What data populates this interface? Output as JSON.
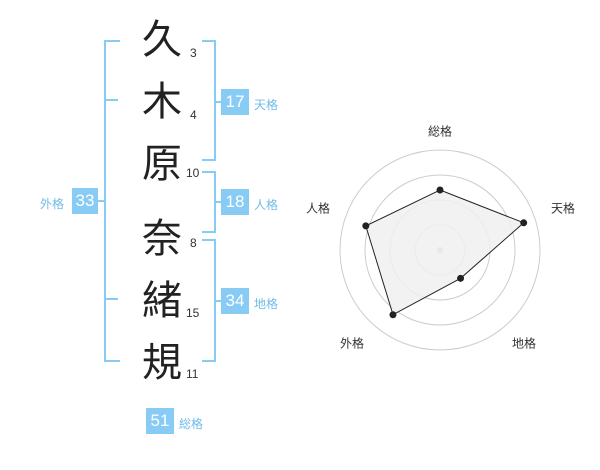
{
  "name": {
    "characters": [
      {
        "char": "久",
        "strokes": "3"
      },
      {
        "char": "木",
        "strokes": "4"
      },
      {
        "char": "原",
        "strokes": "10"
      },
      {
        "char": "奈",
        "strokes": "8"
      },
      {
        "char": "緒",
        "strokes": "15"
      },
      {
        "char": "規",
        "strokes": "11"
      }
    ]
  },
  "grids": {
    "tenkaku": {
      "value": "17",
      "label": "天格"
    },
    "jinkaku": {
      "value": "18",
      "label": "人格"
    },
    "chikaku": {
      "value": "34",
      "label": "地格"
    },
    "gaikaku": {
      "value": "33",
      "label": "外格"
    },
    "soukaku": {
      "value": "51",
      "label": "総格"
    }
  },
  "chart_data": {
    "type": "radar",
    "axes": [
      "総格",
      "天格",
      "地格",
      "外格",
      "人格"
    ],
    "values": [
      0.6,
      0.88,
      0.35,
      0.8,
      0.78
    ],
    "rings": 4,
    "colors": {
      "fill": "#f0f0f0",
      "line": "#222222",
      "ring": "#cccccc",
      "accent": "#88ccf5"
    }
  }
}
